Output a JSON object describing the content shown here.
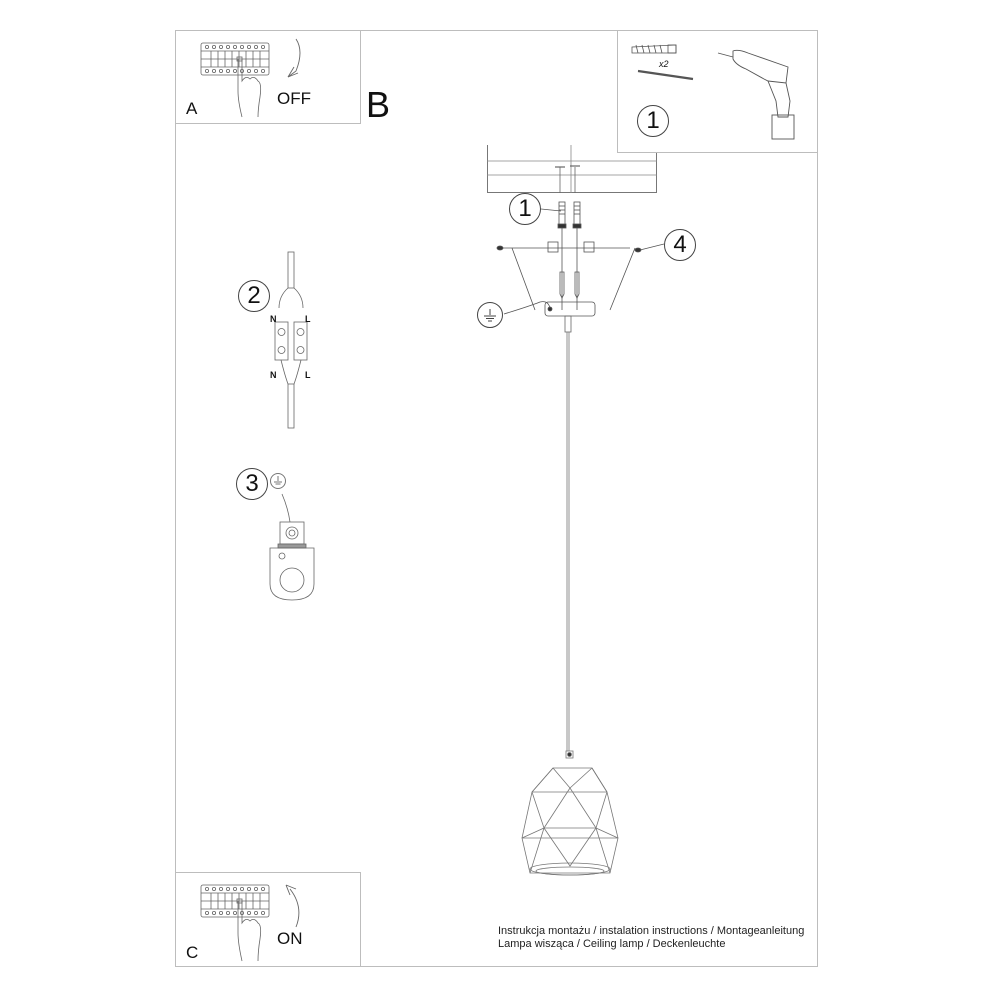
{
  "document": {
    "type": "installation-instructions-sheet",
    "steps": {
      "A": {
        "letter": "A",
        "action": "OFF"
      },
      "B": {
        "letter": "B"
      },
      "C": {
        "letter": "C",
        "action": "ON"
      }
    },
    "callouts": {
      "tools_step": "1",
      "anchor_step": "1",
      "wiring_step": "2",
      "ground_step": "3",
      "screw_step": "4"
    },
    "tools": {
      "quantity_label": "x2"
    },
    "wiring": {
      "top_left": "N",
      "top_right": "L",
      "bottom_left": "N",
      "bottom_right": "L"
    },
    "captions": {
      "line1": "Instrukcja montażu / instalation instructions / Montageanleitung",
      "line2": "Lampa wisząca / Ceiling lamp / Deckenleuchte"
    },
    "colors": {
      "border": "#bdbdbd",
      "ink": "#111111",
      "line": "#555555"
    }
  }
}
